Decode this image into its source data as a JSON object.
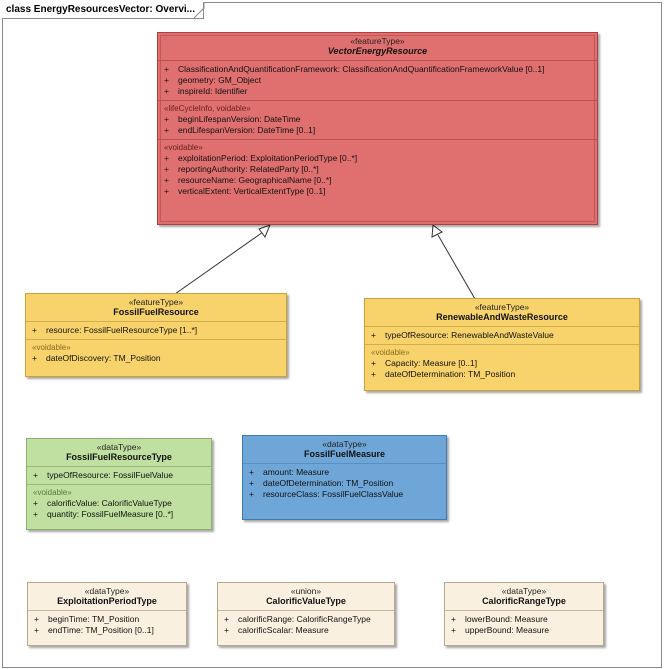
{
  "diagram": {
    "title": "class EnergyResourcesVector: Overvi..."
  },
  "classes": {
    "ver": {
      "stereotype": "«featureType»",
      "name": "VectorEnergyResource",
      "sections": [
        {
          "label": "",
          "rows": [
            "ClassificationAndQuantificationFramework:  ClassificationAndQuantificationFrameworkValue [0..1]",
            "geometry:  GM_Object",
            "inspireId:  Identifier"
          ]
        },
        {
          "label": "«lifeCycleInfo, voidable»",
          "rows": [
            "beginLifespanVersion:  DateTime",
            "endLifespanVersion:  DateTime [0..1]"
          ]
        },
        {
          "label": "«voidable»",
          "rows": [
            "exploitationPeriod:  ExploitationPeriodType [0..*]",
            "reportingAuthority:  RelatedParty [0..*]",
            "resourceName:  GeographicalName [0..*]",
            "verticalExtent:  VerticalExtentType [0..1]"
          ]
        }
      ]
    },
    "ffr": {
      "stereotype": "«featureType»",
      "name": "FossilFuelResource",
      "sections": [
        {
          "label": "",
          "rows": [
            "resource:  FossilFuelResourceType [1..*]"
          ]
        },
        {
          "label": "«voidable»",
          "rows": [
            "dateOfDiscovery:  TM_Position"
          ]
        }
      ]
    },
    "rwr": {
      "stereotype": "«featureType»",
      "name": "RenewableAndWasteResource",
      "sections": [
        {
          "label": "",
          "rows": [
            "typeOfResource:  RenewableAndWasteValue"
          ]
        },
        {
          "label": "«voidable»",
          "rows": [
            "Capacity:  Measure [0..1]",
            "dateOfDetermination:  TM_Position"
          ]
        }
      ]
    },
    "ffrt": {
      "stereotype": "«dataType»",
      "name": "FossilFuelResourceType",
      "sections": [
        {
          "label": "",
          "rows": [
            "typeOfResource:  FossilFuelValue"
          ]
        },
        {
          "label": "«voidable»",
          "rows": [
            "calorificValue:  CalorificValueType",
            "quantity:  FossilFuelMeasure [0..*]"
          ]
        }
      ]
    },
    "ffm": {
      "stereotype": "«dataType»",
      "name": "FossilFuelMeasure",
      "sections": [
        {
          "label": "",
          "rows": [
            "amount:  Measure",
            "dateOfDetermination:  TM_Position",
            "resourceClass:  FossilFuelClassValue"
          ]
        }
      ]
    },
    "ept": {
      "stereotype": "«dataType»",
      "name": "ExploitationPeriodType",
      "sections": [
        {
          "label": "",
          "rows": [
            "beginTime:  TM_Position",
            "endTime:  TM_Position [0..1]"
          ]
        }
      ]
    },
    "cvt": {
      "stereotype": "«union»",
      "name": "CalorificValueType",
      "sections": [
        {
          "label": "",
          "rows": [
            "calorificRange:  CalorificRangeType",
            "calorificScalar:  Measure"
          ]
        }
      ]
    },
    "crt": {
      "stereotype": "«dataType»",
      "name": "CalorificRangeType",
      "sections": [
        {
          "label": "",
          "rows": [
            "lowerBound:  Measure",
            "upperBound:  Measure"
          ]
        }
      ]
    }
  }
}
